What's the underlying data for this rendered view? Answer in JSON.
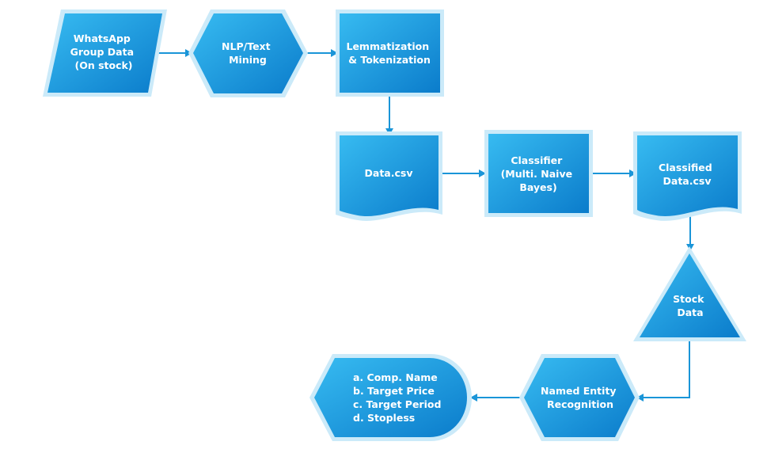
{
  "nodes": {
    "whatsapp": {
      "lines": [
        "WhatsApp",
        "Group Data",
        "(On stock)"
      ],
      "shape": "parallelogram"
    },
    "nlp": {
      "lines": [
        "NLP/Text",
        "Mining"
      ],
      "shape": "hexagon"
    },
    "lemma": {
      "lines": [
        "Lemmatization",
        "& Tokenization"
      ],
      "shape": "rectangle"
    },
    "datacsv": {
      "lines": [
        "Data.csv"
      ],
      "shape": "document"
    },
    "classifier": {
      "lines": [
        "Classifier",
        "(Multi. Naive",
        "Bayes)"
      ],
      "shape": "rectangle"
    },
    "classified": {
      "lines": [
        "Classified",
        "Data.csv"
      ],
      "shape": "document"
    },
    "stock": {
      "lines": [
        "Stock",
        "Data"
      ],
      "shape": "triangle"
    },
    "ner": {
      "lines": [
        "Named Entity",
        "Recognition"
      ],
      "shape": "hexagon"
    },
    "output": {
      "lines": [
        "a. Comp. Name",
        "b. Target Price",
        "c. Target Period",
        "d. Stopless"
      ],
      "shape": "display"
    }
  },
  "colors": {
    "fill_light": "#2fb4ee",
    "fill_dark": "#0a7fcc",
    "border": "#b5e0f6",
    "connector": "#1a95d8"
  }
}
